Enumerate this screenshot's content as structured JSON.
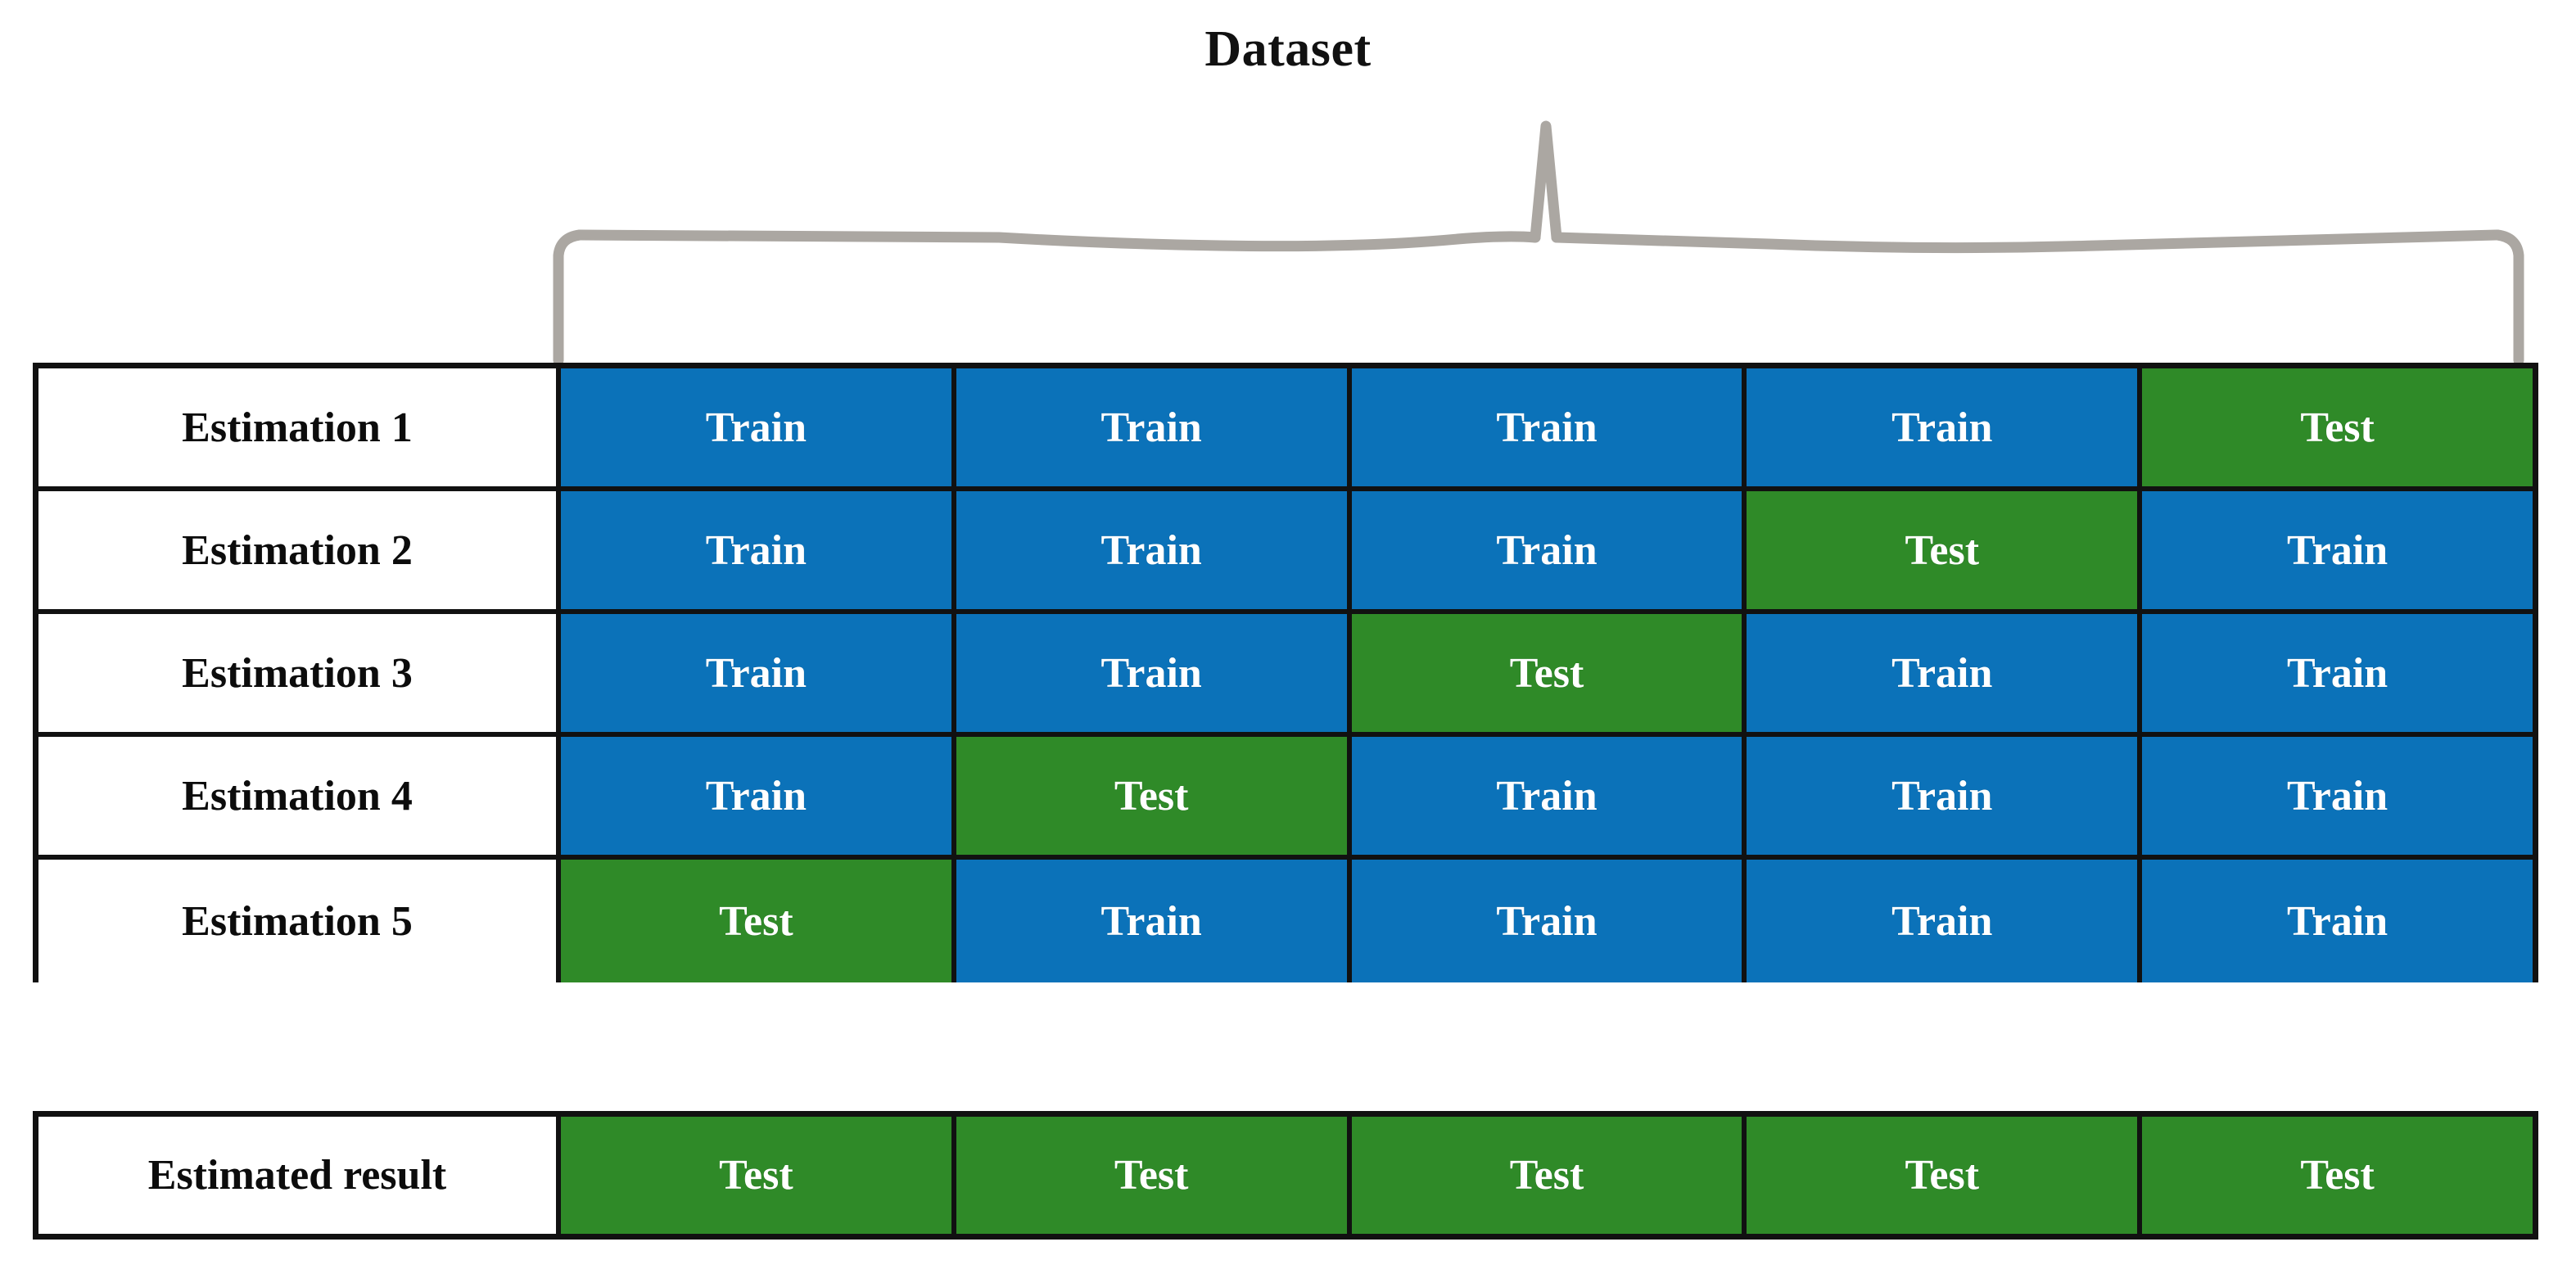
{
  "title": "Dataset",
  "colors": {
    "train": "#0b72b9",
    "test": "#2f8a28",
    "border": "#111111",
    "brace": "#aba7a2",
    "label_text": "#0c0c0c",
    "cell_text": "#ffffff",
    "background": "#ffffff"
  },
  "brace": {
    "name": "dataset-brace",
    "orientation": "top",
    "span_label": "Dataset"
  },
  "main_table": {
    "fold_count": 5,
    "column_count": 5,
    "rows": [
      {
        "label": "Estimation 1",
        "cells": [
          {
            "text": "Train",
            "kind": "train"
          },
          {
            "text": "Train",
            "kind": "train"
          },
          {
            "text": "Train",
            "kind": "train"
          },
          {
            "text": "Train",
            "kind": "train"
          },
          {
            "text": "Test",
            "kind": "test"
          }
        ]
      },
      {
        "label": "Estimation 2",
        "cells": [
          {
            "text": "Train",
            "kind": "train"
          },
          {
            "text": "Train",
            "kind": "train"
          },
          {
            "text": "Train",
            "kind": "train"
          },
          {
            "text": "Test",
            "kind": "test"
          },
          {
            "text": "Train",
            "kind": "train"
          }
        ]
      },
      {
        "label": "Estimation 3",
        "cells": [
          {
            "text": "Train",
            "kind": "train"
          },
          {
            "text": "Train",
            "kind": "train"
          },
          {
            "text": "Test",
            "kind": "test"
          },
          {
            "text": "Train",
            "kind": "train"
          },
          {
            "text": "Train",
            "kind": "train"
          }
        ]
      },
      {
        "label": "Estimation 4",
        "cells": [
          {
            "text": "Train",
            "kind": "train"
          },
          {
            "text": "Test",
            "kind": "test"
          },
          {
            "text": "Train",
            "kind": "train"
          },
          {
            "text": "Train",
            "kind": "train"
          },
          {
            "text": "Train",
            "kind": "train"
          }
        ]
      },
      {
        "label": "Estimation 5",
        "cells": [
          {
            "text": "Test",
            "kind": "test"
          },
          {
            "text": "Train",
            "kind": "train"
          },
          {
            "text": "Train",
            "kind": "train"
          },
          {
            "text": "Train",
            "kind": "train"
          },
          {
            "text": "Train",
            "kind": "train"
          }
        ]
      }
    ]
  },
  "result_table": {
    "rows": [
      {
        "label": "Estimated result",
        "cells": [
          {
            "text": "Test",
            "kind": "test"
          },
          {
            "text": "Test",
            "kind": "test"
          },
          {
            "text": "Test",
            "kind": "test"
          },
          {
            "text": "Test",
            "kind": "test"
          },
          {
            "text": "Test",
            "kind": "test"
          }
        ]
      }
    ]
  }
}
